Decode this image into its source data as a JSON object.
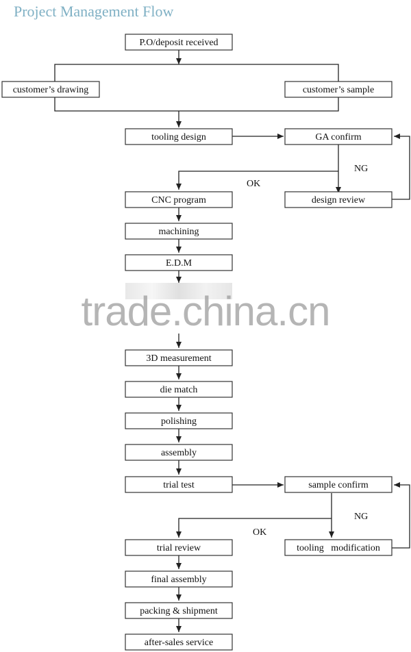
{
  "title": "Project Management Flow",
  "nodes": [
    {
      "id": "po",
      "label": "P.O/deposit received"
    },
    {
      "id": "cust_drawing",
      "label": "customer’s drawing"
    },
    {
      "id": "cust_sample",
      "label": "customer’s sample"
    },
    {
      "id": "tooling_design",
      "label": "tooling design"
    },
    {
      "id": "ga_confirm",
      "label": "GA confirm"
    },
    {
      "id": "design_review",
      "label": "design review"
    },
    {
      "id": "cnc",
      "label": "CNC program"
    },
    {
      "id": "machining",
      "label": "machining"
    },
    {
      "id": "edm",
      "label": "E.D.M"
    },
    {
      "id": "measure",
      "label": "3D measurement"
    },
    {
      "id": "die_match",
      "label": "die match"
    },
    {
      "id": "polishing",
      "label": "polishing"
    },
    {
      "id": "assembly",
      "label": "assembly"
    },
    {
      "id": "trial_test",
      "label": "trial test"
    },
    {
      "id": "sample_confirm",
      "label": "sample confirm"
    },
    {
      "id": "tooling_mod",
      "label": "tooling   modification"
    },
    {
      "id": "trial_review",
      "label": "trial review"
    },
    {
      "id": "final_assembly",
      "label": "final assembly"
    },
    {
      "id": "packing",
      "label": "packing & shipment"
    },
    {
      "id": "after_sales",
      "label": "after-sales service"
    }
  ],
  "edge_labels": {
    "ng1": "NG",
    "ok1": "OK",
    "ng2": "NG",
    "ok2": "OK"
  },
  "watermark": "trade.china.cn"
}
